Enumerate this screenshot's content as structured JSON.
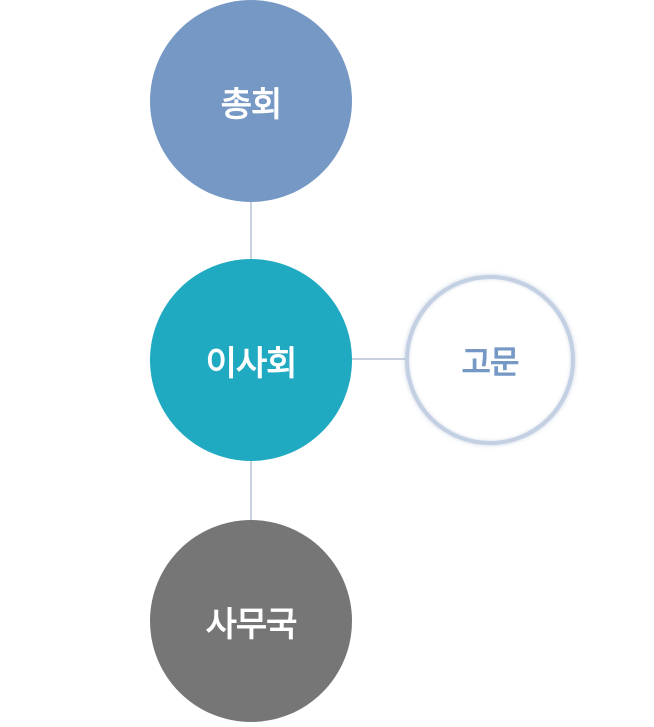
{
  "nodes": {
    "general_assembly": {
      "label": "총회",
      "color": "#7598c4"
    },
    "board": {
      "label": "이사회",
      "color": "#20aac2"
    },
    "advisor": {
      "label": "고문",
      "color": "#7598c4"
    },
    "secretariat": {
      "label": "사무국",
      "color": "#767676"
    }
  }
}
